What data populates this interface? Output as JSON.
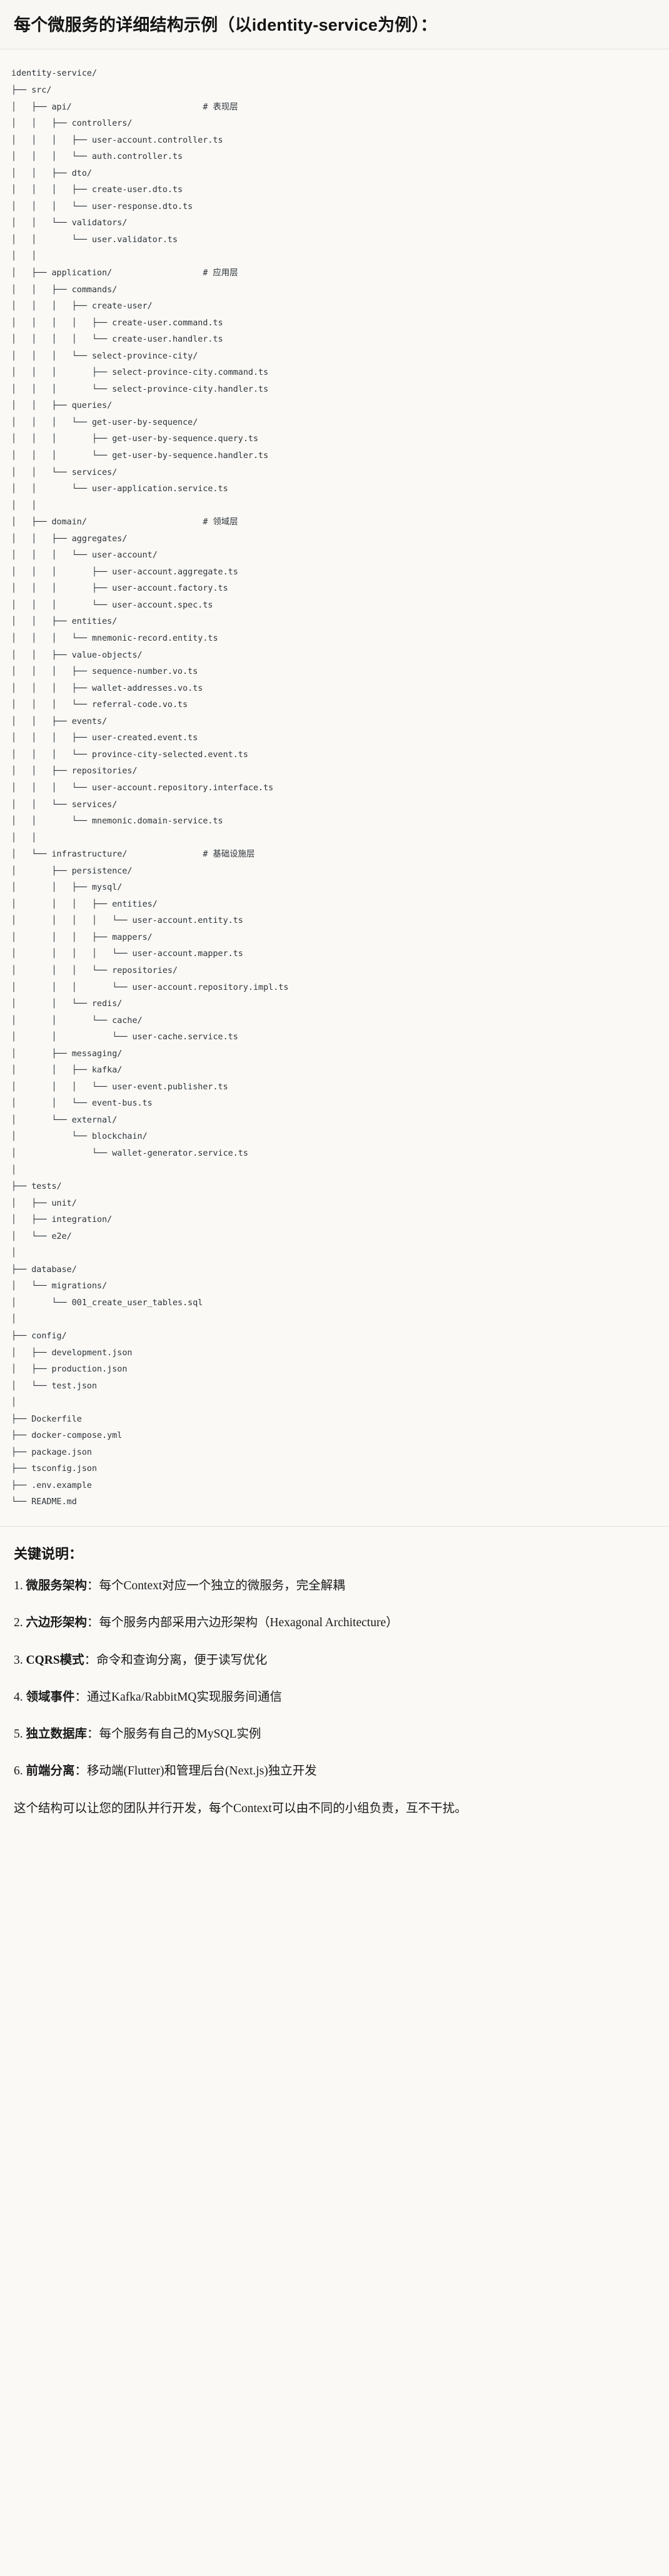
{
  "header": {
    "title": "每个微服务的详细结构示例（以identity-service为例）："
  },
  "tree": {
    "root_label": "identity-service/",
    "text": "identity-service/\n├── src/\n│   ├── api/                          # 表现层\n│   │   ├── controllers/\n│   │   │   ├── user-account.controller.ts\n│   │   │   └── auth.controller.ts\n│   │   ├── dto/\n│   │   │   ├── create-user.dto.ts\n│   │   │   └── user-response.dto.ts\n│   │   └── validators/\n│   │       └── user.validator.ts\n│   │\n│   ├── application/                  # 应用层\n│   │   ├── commands/\n│   │   │   ├── create-user/\n│   │   │   │   ├── create-user.command.ts\n│   │   │   │   └── create-user.handler.ts\n│   │   │   └── select-province-city/\n│   │   │       ├── select-province-city.command.ts\n│   │   │       └── select-province-city.handler.ts\n│   │   ├── queries/\n│   │   │   └── get-user-by-sequence/\n│   │   │       ├── get-user-by-sequence.query.ts\n│   │   │       └── get-user-by-sequence.handler.ts\n│   │   └── services/\n│   │       └── user-application.service.ts\n│   │\n│   ├── domain/                       # 领域层\n│   │   ├── aggregates/\n│   │   │   └── user-account/\n│   │   │       ├── user-account.aggregate.ts\n│   │   │       ├── user-account.factory.ts\n│   │   │       └── user-account.spec.ts\n│   │   ├── entities/\n│   │   │   └── mnemonic-record.entity.ts\n│   │   ├── value-objects/\n│   │   │   ├── sequence-number.vo.ts\n│   │   │   ├── wallet-addresses.vo.ts\n│   │   │   └── referral-code.vo.ts\n│   │   ├── events/\n│   │   │   ├── user-created.event.ts\n│   │   │   └── province-city-selected.event.ts\n│   │   ├── repositories/\n│   │   │   └── user-account.repository.interface.ts\n│   │   └── services/\n│   │       └── mnemonic.domain-service.ts\n│   │\n│   └── infrastructure/               # 基础设施层\n│       ├── persistence/\n│       │   ├── mysql/\n│       │   │   ├── entities/\n│       │   │   │   └── user-account.entity.ts\n│       │   │   ├── mappers/\n│       │   │   │   └── user-account.mapper.ts\n│       │   │   └── repositories/\n│       │   │       └── user-account.repository.impl.ts\n│       │   └── redis/\n│       │       └── cache/\n│       │           └── user-cache.service.ts\n│       ├── messaging/\n│       │   ├── kafka/\n│       │   │   └── user-event.publisher.ts\n│       │   └── event-bus.ts\n│       └── external/\n│           └── blockchain/\n│               └── wallet-generator.service.ts\n│\n├── tests/\n│   ├── unit/\n│   ├── integration/\n│   └── e2e/\n│\n├── database/\n│   └── migrations/\n│       └── 001_create_user_tables.sql\n│\n├── config/\n│   ├── development.json\n│   ├── production.json\n│   └── test.json\n│\n├── Dockerfile\n├── docker-compose.yml\n├── package.json\n├── tsconfig.json\n├── .env.example\n└── README.md",
    "layer_comments": [
      "# 表现层",
      "# 应用层",
      "# 领域层",
      "# 基础设施层"
    ]
  },
  "notes": {
    "heading": "关键说明：",
    "items": [
      {
        "term": "微服务架构",
        "desc": "：每个Context对应一个独立的微服务，完全解耦"
      },
      {
        "term": "六边形架构",
        "desc": "：每个服务内部采用六边形架构（Hexagonal Architecture）"
      },
      {
        "term": "CQRS模式",
        "desc": "：命令和查询分离，便于读写优化"
      },
      {
        "term": "领域事件",
        "desc": "：通过Kafka/RabbitMQ实现服务间通信"
      },
      {
        "term": "独立数据库",
        "desc": "：每个服务有自己的MySQL实例"
      },
      {
        "term": "前端分离",
        "desc": "：移动端(Flutter)和管理后台(Next.js)独立开发"
      }
    ],
    "closing": "这个结构可以让您的团队并行开发，每个Context可以由不同的小组负责，互不干扰。"
  }
}
